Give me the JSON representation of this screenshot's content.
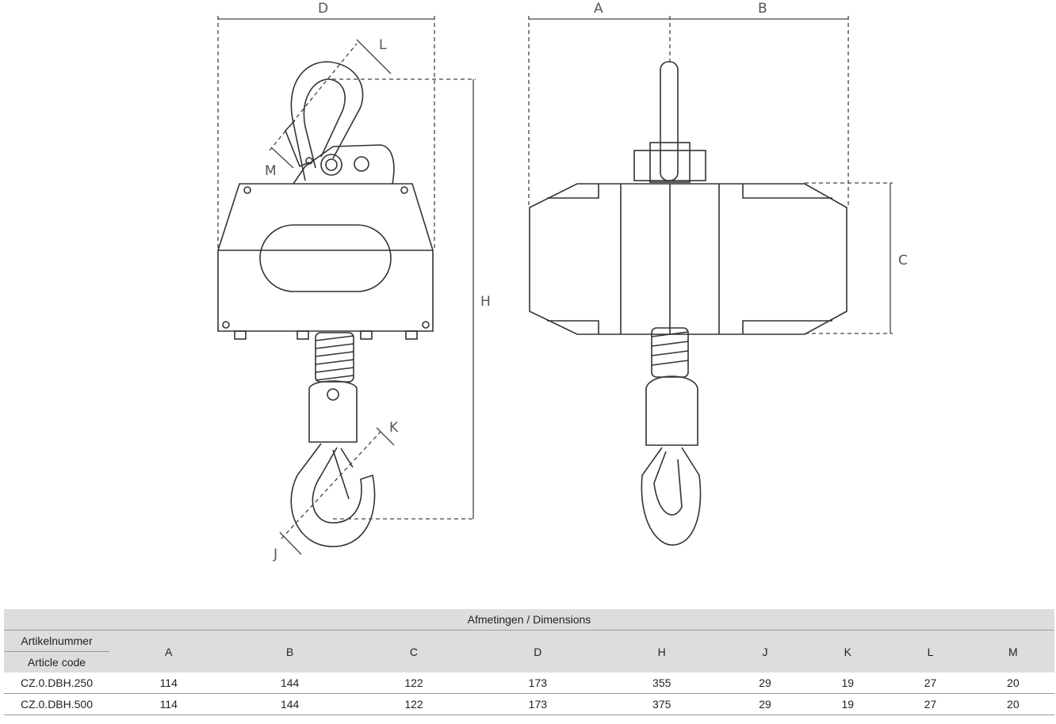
{
  "drawing": {
    "labels": {
      "D": "D",
      "L": "L",
      "M": "M",
      "H": "H",
      "K": "K",
      "J": "J",
      "A": "A",
      "B": "B",
      "C": "C"
    }
  },
  "table": {
    "title": "Afmetingen / Dimensions",
    "code_header_nl": "Artikelnummer",
    "code_header_en": "Article code",
    "columns": [
      "A",
      "B",
      "C",
      "D",
      "H",
      "J",
      "K",
      "L",
      "M"
    ],
    "rows": [
      {
        "code": "CZ.0.DBH.250",
        "values": [
          "114",
          "144",
          "122",
          "173",
          "355",
          "29",
          "19",
          "27",
          "20"
        ]
      },
      {
        "code": "CZ.0.DBH.500",
        "values": [
          "114",
          "144",
          "122",
          "173",
          "375",
          "29",
          "19",
          "27",
          "20"
        ]
      }
    ]
  }
}
